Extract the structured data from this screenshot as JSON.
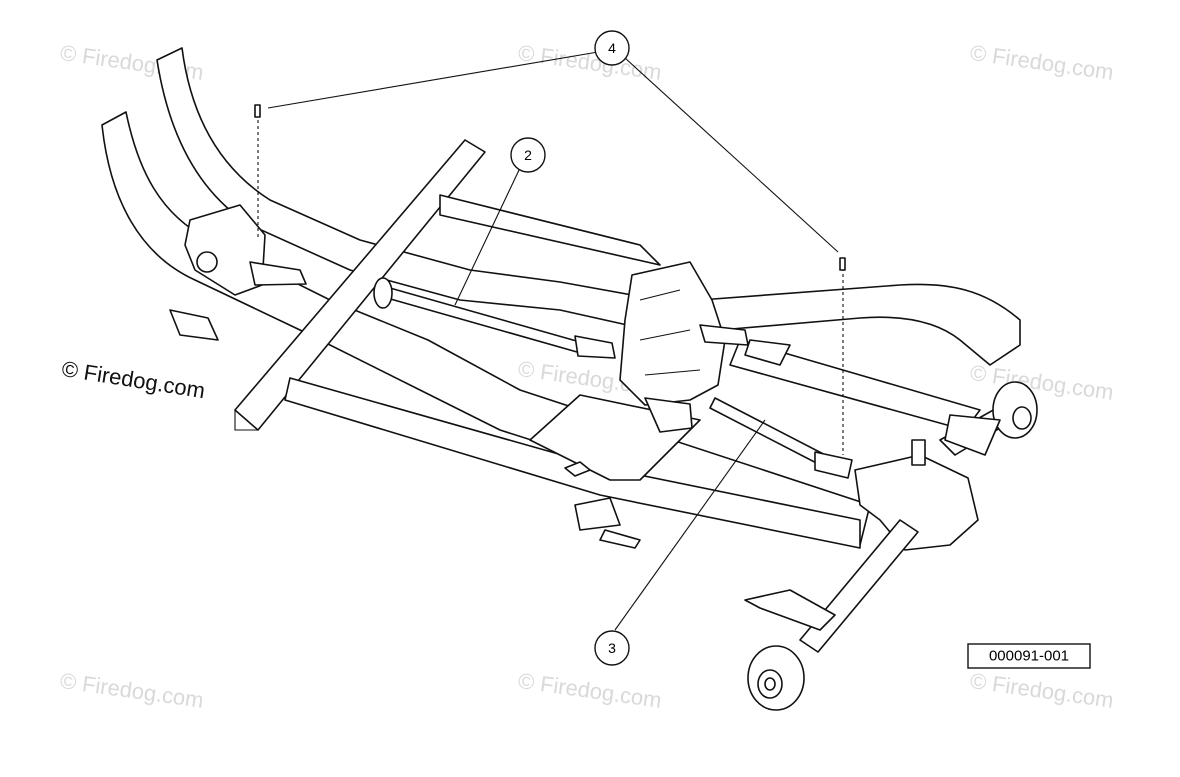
{
  "watermarks": {
    "text": "© Firedog.com",
    "prominent": "© Firedog.com"
  },
  "callouts": [
    {
      "id": "callout-2",
      "label": "2"
    },
    {
      "id": "callout-3",
      "label": "3"
    },
    {
      "id": "callout-4",
      "label": "4"
    }
  ],
  "figure_id": "000091-001",
  "colors": {
    "line": "#111111",
    "watermark": "#d9d9d9",
    "background": "#ffffff"
  }
}
